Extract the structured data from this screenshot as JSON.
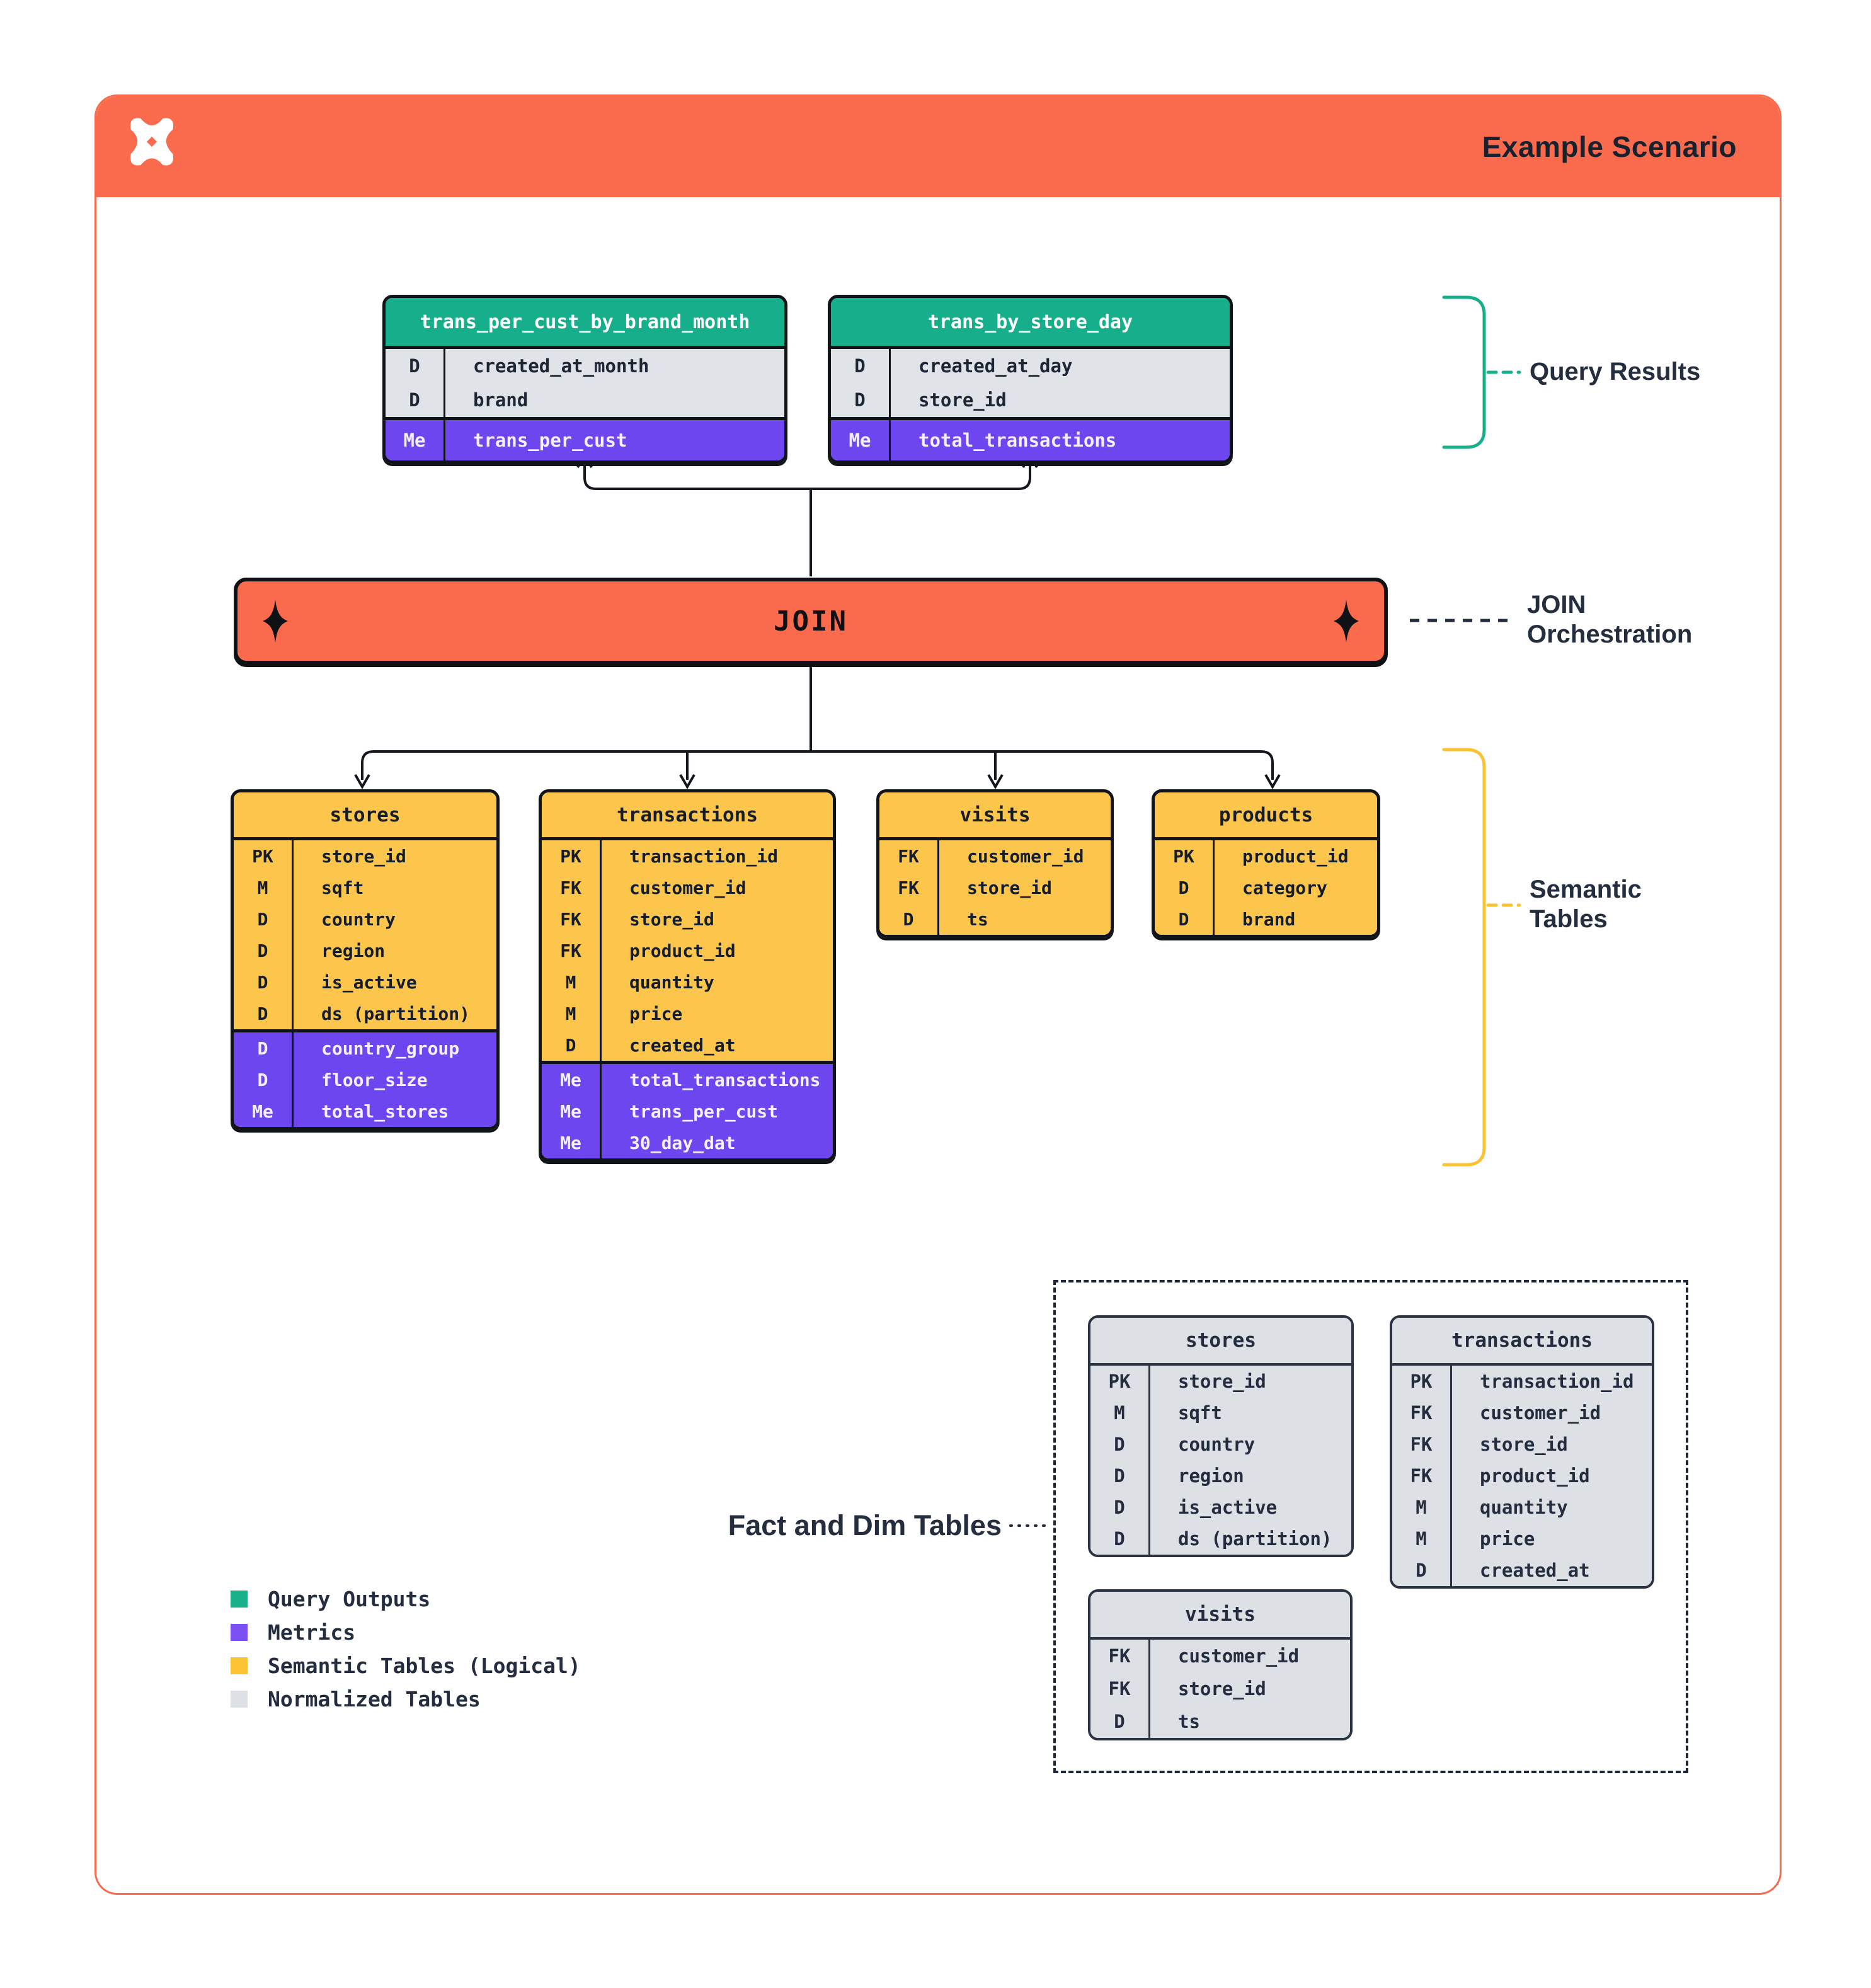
{
  "header": {
    "title": "Example Scenario",
    "logo": "dbt-style-pinwheel"
  },
  "colors": {
    "orange": "#F96B4C",
    "green": "#17AF8B",
    "purple": "#6E46EF",
    "yellow": "#FCC64D",
    "gray_table": "#DDE0E5",
    "ink": "#101318",
    "navy": "#242E3E"
  },
  "join": {
    "label": "JOIN"
  },
  "side_labels": {
    "query_results": "Query Results",
    "join_orchestration_line1": "JOIN",
    "join_orchestration_line2": "Orchestration",
    "semantic_tables_line1": "Semantic",
    "semantic_tables_line2": "Tables",
    "fact_and_dim": "Fact and Dim Tables"
  },
  "query_results_tables": [
    {
      "name": "trans_per_cust_by_brand_month",
      "rows": [
        {
          "key": "D",
          "name": "created_at_month"
        },
        {
          "key": "D",
          "name": "brand"
        }
      ],
      "metric_rows": [
        {
          "key": "Me",
          "name": "trans_per_cust"
        }
      ]
    },
    {
      "name": "trans_by_store_day",
      "rows": [
        {
          "key": "D",
          "name": "created_at_day"
        },
        {
          "key": "D",
          "name": "store_id"
        }
      ],
      "metric_rows": [
        {
          "key": "Me",
          "name": "total_transactions"
        }
      ]
    }
  ],
  "semantic_tables": [
    {
      "name": "stores",
      "rows": [
        {
          "key": "PK",
          "name": "store_id"
        },
        {
          "key": "M",
          "name": "sqft"
        },
        {
          "key": "D",
          "name": "country"
        },
        {
          "key": "D",
          "name": "region"
        },
        {
          "key": "D",
          "name": "is_active"
        },
        {
          "key": "D",
          "name": "ds (partition)"
        }
      ],
      "metric_rows": [
        {
          "key": "D",
          "name": "country_group"
        },
        {
          "key": "D",
          "name": "floor_size"
        },
        {
          "key": "Me",
          "name": "total_stores"
        }
      ]
    },
    {
      "name": "transactions",
      "rows": [
        {
          "key": "PK",
          "name": "transaction_id"
        },
        {
          "key": "FK",
          "name": "customer_id"
        },
        {
          "key": "FK",
          "name": "store_id"
        },
        {
          "key": "FK",
          "name": "product_id"
        },
        {
          "key": "M",
          "name": "quantity"
        },
        {
          "key": "M",
          "name": "price"
        },
        {
          "key": "D",
          "name": "created_at"
        }
      ],
      "metric_rows": [
        {
          "key": "Me",
          "name": "total_transactions"
        },
        {
          "key": "Me",
          "name": "trans_per_cust"
        },
        {
          "key": "Me",
          "name": "30_day_dat"
        }
      ]
    },
    {
      "name": "visits",
      "rows": [
        {
          "key": "FK",
          "name": "customer_id"
        },
        {
          "key": "FK",
          "name": "store_id"
        },
        {
          "key": "D",
          "name": "ts"
        }
      ],
      "metric_rows": []
    },
    {
      "name": "products",
      "rows": [
        {
          "key": "PK",
          "name": "product_id"
        },
        {
          "key": "D",
          "name": "category"
        },
        {
          "key": "D",
          "name": "brand"
        }
      ],
      "metric_rows": []
    }
  ],
  "normalized_tables": [
    {
      "name": "stores",
      "rows": [
        {
          "key": "PK",
          "name": "store_id"
        },
        {
          "key": "M",
          "name": "sqft"
        },
        {
          "key": "D",
          "name": "country"
        },
        {
          "key": "D",
          "name": "region"
        },
        {
          "key": "D",
          "name": "is_active"
        },
        {
          "key": "D",
          "name": "ds (partition)"
        }
      ]
    },
    {
      "name": "transactions",
      "rows": [
        {
          "key": "PK",
          "name": "transaction_id"
        },
        {
          "key": "FK",
          "name": "customer_id"
        },
        {
          "key": "FK",
          "name": "store_id"
        },
        {
          "key": "FK",
          "name": "product_id"
        },
        {
          "key": "M",
          "name": "quantity"
        },
        {
          "key": "M",
          "name": "price"
        },
        {
          "key": "D",
          "name": "created_at"
        }
      ]
    },
    {
      "name": "visits",
      "rows": [
        {
          "key": "FK",
          "name": "customer_id"
        },
        {
          "key": "FK",
          "name": "store_id"
        },
        {
          "key": "D",
          "name": "ts"
        }
      ]
    }
  ],
  "legend": {
    "items": [
      {
        "label": "Query Outputs",
        "color": "#19B089"
      },
      {
        "label": "Metrics",
        "color": "#7B4FF2"
      },
      {
        "label": "Semantic Tables (Logical)",
        "color": "#FBC334"
      },
      {
        "label": "Normalized Tables",
        "color": "#DDE1E6"
      }
    ]
  }
}
